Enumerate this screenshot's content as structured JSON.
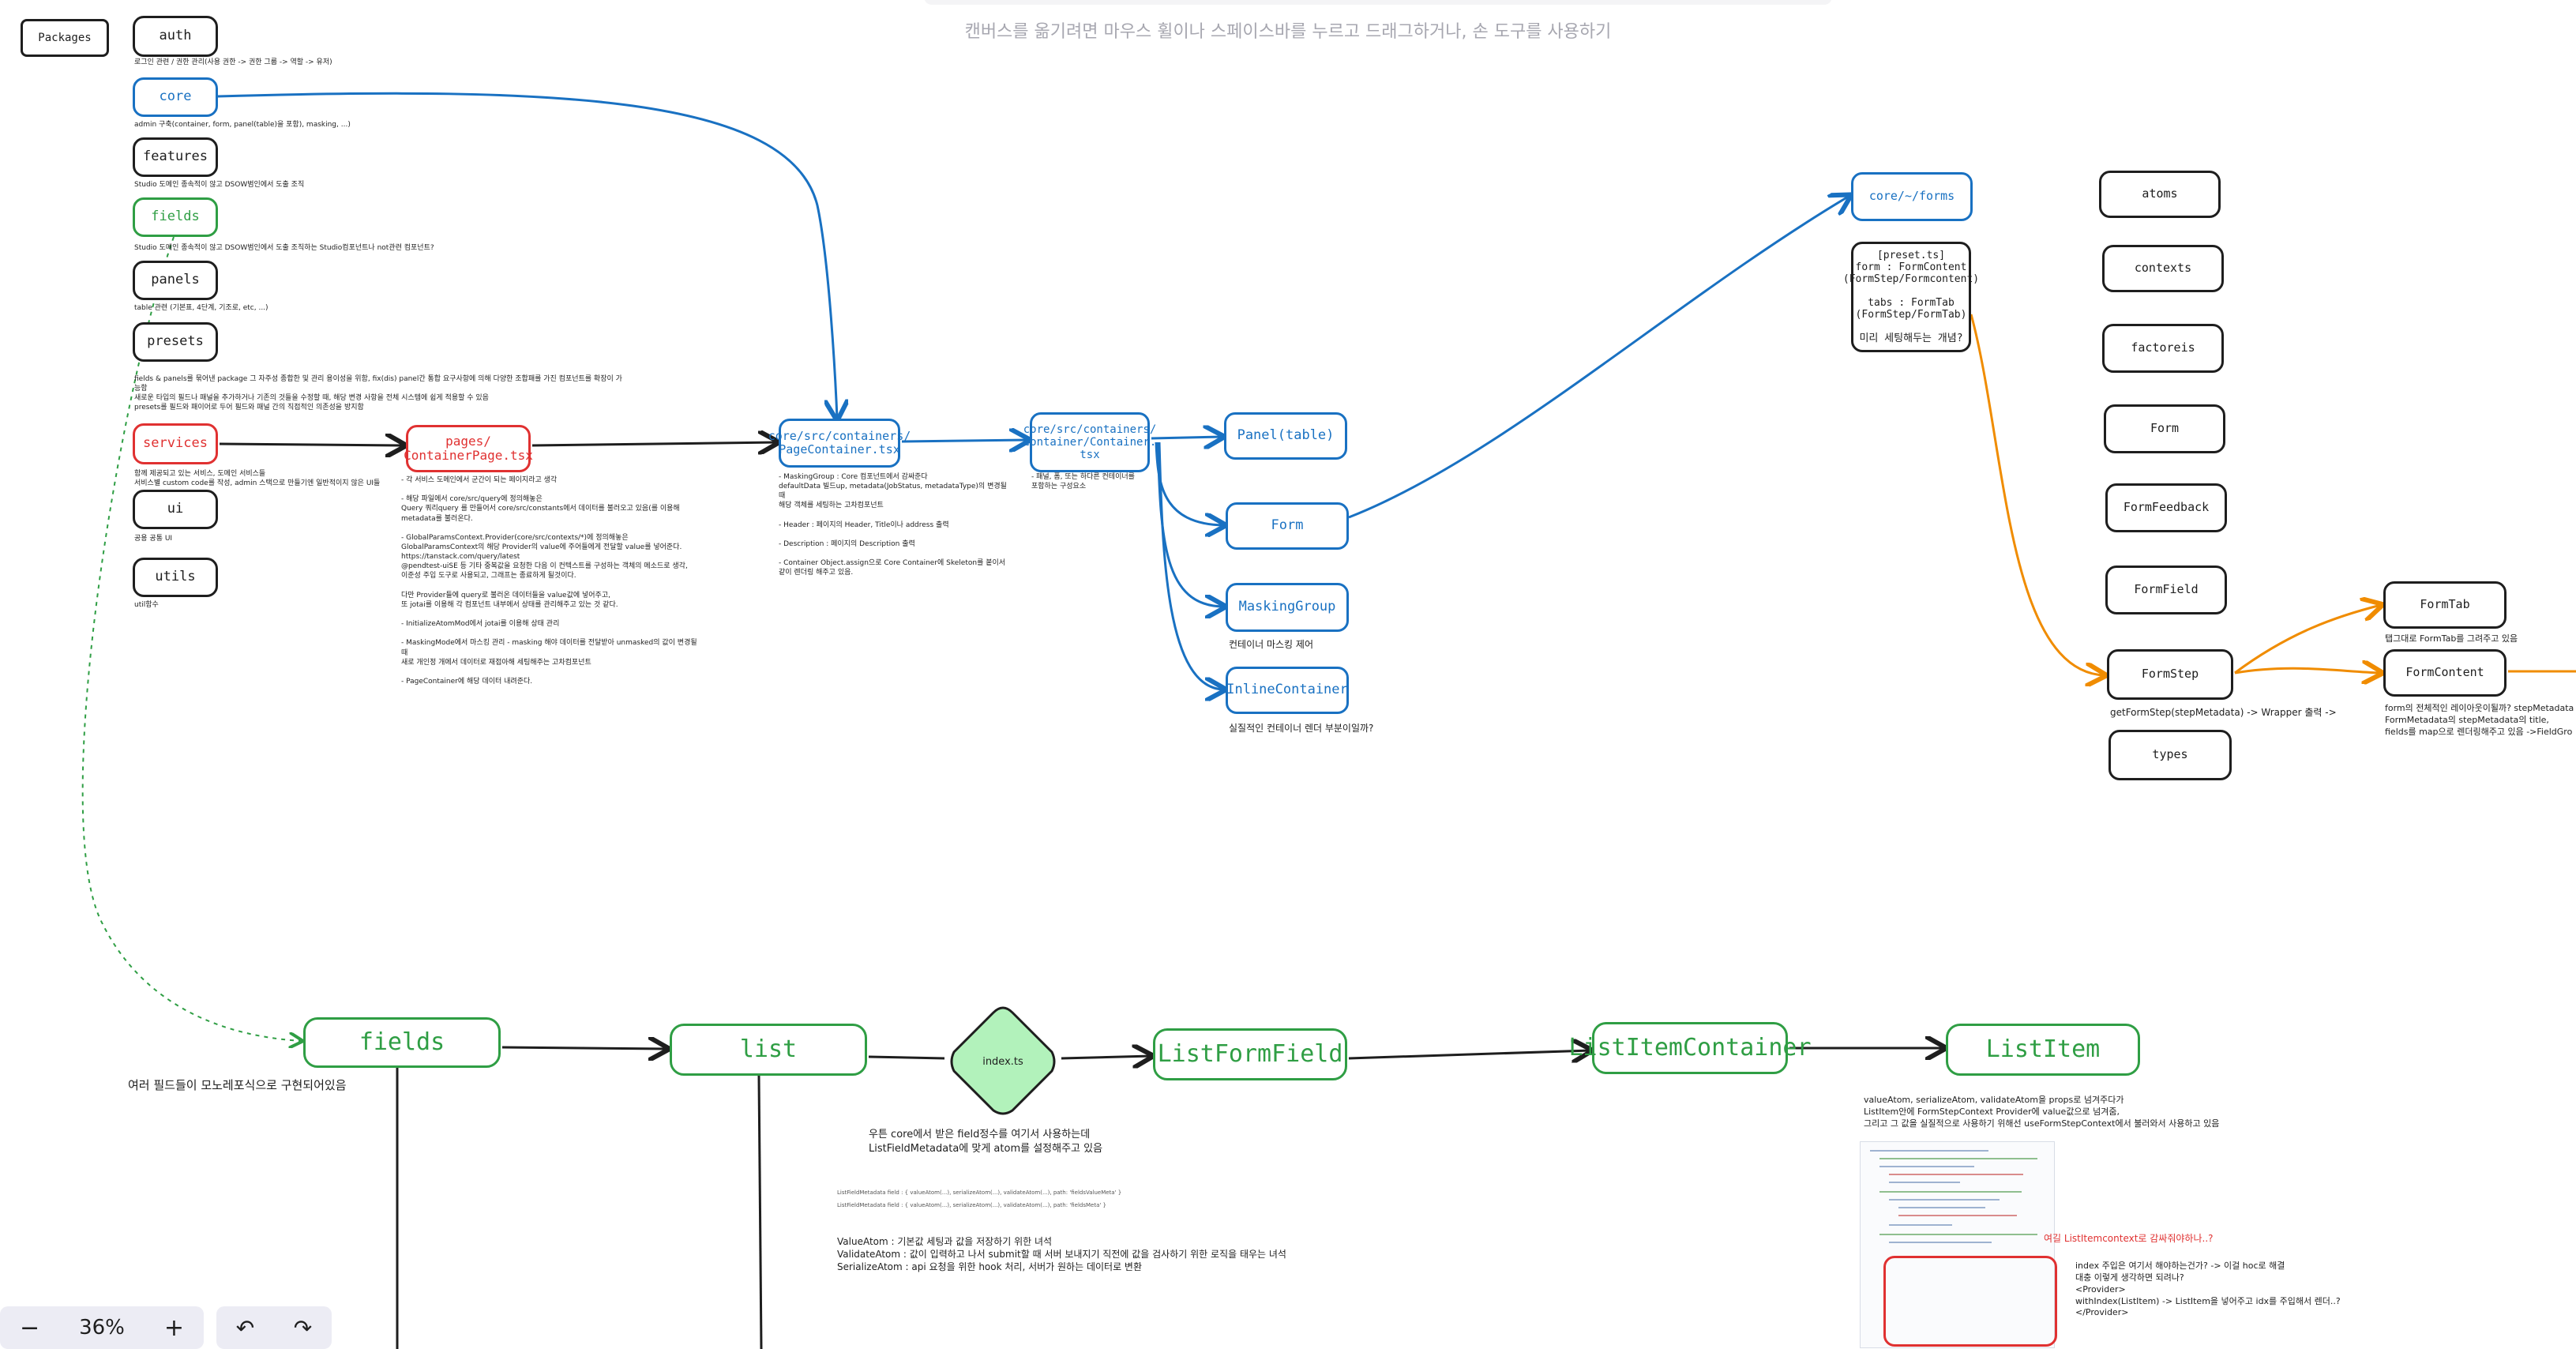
{
  "hint": "캔버스를 옮기려면 마우스 휠이나 스페이스바를 누르고 드래그하거나, 손 도구를 사용하기",
  "colors": {
    "blue": "#1971c2",
    "red": "#e03131",
    "green": "#2f9e44",
    "orange": "#f08c00",
    "dark": "#1e1e1e",
    "diamond_fill": "#b2f2bb"
  },
  "packages": {
    "title": "Packages",
    "auth": "auth",
    "auth_note": "로그인 관련 / 권한 관리(사용 권한 -> 권한 그룹 -> 역할 -> 유저)",
    "core": "core",
    "core_note": "admin 구축(container, form, panel(table)을 포함), masking, ...)",
    "features": "features",
    "features_note": "Studio 도메인 종속적이 않고 DSOW범인에서 도출 조직",
    "fields": "fields",
    "fields_note": "Studio 도메인 종속적이 않고 DSOW범인에서 도출 조직하는 Studio컴포넌트나 not관련 컴포넌트?",
    "panels": "panels",
    "panels_note": "table 관련 (기본표, 4단계, 기조로, etc, ...)",
    "presets": "presets",
    "presets_note": "fields & panels를 묶어낸 package 그 자주성 종합한 및 관리 용이성을 위함, fix(dis) panel간 통합 요구사항에 의해 다양한 조합패를 가진 컴포넌트를 확장이 가능함\n새로운 타입의 필드나 패널을 추가하거나 기존의 것들을 수정할 때, 해당 변경 사항을 전체 시스템에 쉽게 적용할 수 있음\npresets를 필드와 패이어로 두어 필드와 패널 간의 직접적인 의존성을 방지함",
    "services": "services",
    "services_note": "함께 제공되고 있는 서비스, 도메인 서비스들\n서비스별 custom code를 작성, admin 스택으로 만들기엔 일반적이지 않은 UI들",
    "ui": "ui",
    "ui_note": "공용 공통 UI",
    "utils": "utils",
    "utils_note": "util함수"
  },
  "flow": {
    "container_page": "pages/\nContainerPage.tsx",
    "container_page_note": "- 각 서비스 도메인에서 군간이 되는 페이지라고 생각\n\n- 해당 파일에서 core/src/query에 정의해놓은\nQuery 쿼리query 를 만들어서 core/src/constants에서 데이터를 불러오고 있음(를 이용해\nmetadata를 불러온다.\n\n- GlobalParamsContext.Provider(core/src/contexts/*)에 정의해놓은\nGlobalParamsContext의 해당 Provider의 value에 주어들에게 전달할 value를 넣어준다.\nhttps://tanstack.com/query/latest\n@pendtest-uiSE 등 기타 중복값을 요청한 다음 이 컨텍스트를 구성하는 객체의 메소드로 생각,\n이준성 주입 도구로 사용되고, 그래프는 종료하게 될것이다.\n\n다만 Provider들에 query로 불러온 데이터들을 value값에 넣어주고,\n또 jotai를 이용해 각 컴포넌트 내부에서 상태를 관리해주고 있는 것 같다.\n\n- InitializeAtomMod에서 jotai를 이용해 상태 관리\n\n- MaskingMode에서 마스킹 관리 - masking 해야 데이터를 전달받아 unmasked의 값이 변경될 때\n새로 개인정 개에서 데이터로 재접아해 세팅해주는 고차컴포넌트\n\n- PageContainer에 해당 데이터 내려준다.",
    "page_container": "core/src/containers/\nPageContainer.tsx",
    "page_container_note": "- MaskingGroup : Core 컴포넌트에서 감싸준다\ndefaultData 빌드up, metadata(JobStatus, metadataType)의 변경될 때\n해당 객체를 세팅하는 고차컴포넌트\n\n- Header : 페이지의 Header, Title이나 address 출력\n\n- Description : 페이지의 Description 출력\n\n- Container Object.assign으로 Core Container에 Skeleton를 붙이서\n같이 렌더링 해주고 있음.",
    "container": "core/src/containers/\nContainer/Container.\ntsx",
    "container_note": "- 패널, 폼, 또는 하다른 컨테이너를\n포함하는 구성요소",
    "panel": "Panel(table)",
    "form": "Form",
    "masking_group": "MaskingGroup",
    "masking_note": "컨테이너 마스킹 제어",
    "inline_container": "InlineContainer",
    "inline_note": "실질적인 컨테이너 렌더 부분이일까?",
    "core_forms": "core/~/forms",
    "preset_ts": "[preset.ts]\nform : FormContent\n(FormStep/Formcontent)\n\ntabs : FormTab\n(FormStep/FormTab)\n\n미리 세팅해두는 개념?"
  },
  "forms_dir": {
    "atoms": "atoms",
    "contexts": "contexts",
    "factories": "factoreis",
    "form": "Form",
    "form_feedback": "FormFeedback",
    "form_field": "FormField",
    "form_step": "FormStep",
    "form_step_note": "getFormStep(stepMetadata) -> Wrapper 출력 ->",
    "types": "types",
    "form_tab": "FormTab",
    "form_tab_note": "탭그대로 FormTab를 그려주고 있음",
    "form_content": "FormContent",
    "form_content_note": "form의 전체적인 레이아웃이될까? stepMetadata\nFormMetadata의 stepMetadata의 title,\nfields를 map으로 렌더링해주고 있음 ->FieldGro"
  },
  "bottom": {
    "fields": "fields",
    "fields_note": "여러 필드들이 모노레포식으로 구현되어있음",
    "list": "list",
    "indexts": "index.ts",
    "list_note": "우튼 core에서 받은 field정수를 여기서 사용하는데\nListFieldMetadata에 맞게 atom를 설정해주고 있음",
    "code_line1": "ListFieldMetadata field : { valueAtom(...), serializeAtom(...), validateAtom(...), path: 'fieldsValueMeta' }",
    "code_line2": "ListFieldMetadata field : { valueAtom(...), serializeAtom(...), validateAtom(...), path: 'fieldsMeta' }",
    "atoms_note": "ValueAtom : 기본값 세팅과 값을 저장하기 위한 녀석\nValidateAtom : 값이 입력하고 나서 submit할 때 서버 보내지기 직전에 값을 검사하기 위한 로직을 태우는 녀석\nSerializeAtom : api 요청을 위한 hook 처리, 서버가 원하는 데이터로 변환",
    "list_form_field": "ListFormField",
    "list_item_container": "ListItemContainer",
    "list_item": "ListItem",
    "list_item_note": "valueAtom, serializeAtom, validateAtom을 props로 넘겨주다가\nListItem안에 FormStepContext Provider에 value값으로 넘겨줌,\n그리고 그 값을 실질적으로 사용하기 위해선 useFormStepContext에서 불러와서 사용하고 있음",
    "red_question": "여길 ListItemcontext로 감싸줘야하나..?",
    "provider_note": "index 주입은 여기서 해야하는건가? -> 이걸 hoc로 해결\n대충 이렇게 생각하면 되려나?\n<Provider>\n  withIndex(ListItem) -> ListItem을 넣어주고 idx를 주입해서 렌더..?\n</Provider>"
  },
  "toolbar": {
    "zoom_out": "−",
    "zoom_level": "36%",
    "zoom_in": "+",
    "undo": "↶",
    "redo": "↷"
  }
}
